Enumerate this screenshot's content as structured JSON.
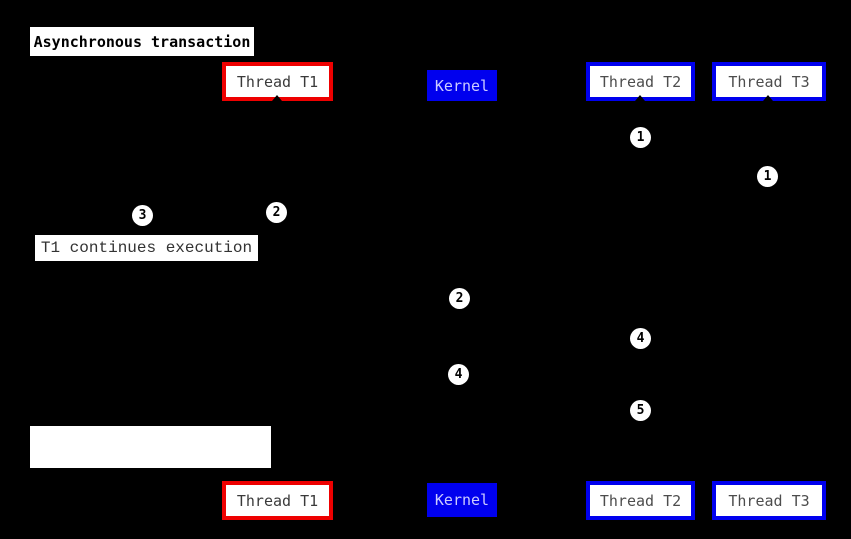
{
  "diagram": {
    "title": "Asynchronous transaction",
    "actors": [
      {
        "label": "Thread T1"
      },
      {
        "label": "Kernel"
      },
      {
        "label": "Thread T2"
      },
      {
        "label": "Thread T3"
      }
    ],
    "notes": [
      {
        "text": "T1 continues execution"
      },
      {
        "text": ""
      }
    ],
    "step_markers": [
      "1",
      "1",
      "2",
      "3",
      "2",
      "4",
      "4",
      "5"
    ],
    "colors": {
      "background": "#000000",
      "box_fill": "#ffffff",
      "thread_t1_border": "#ee0000",
      "thread_t2_t3_border": "#0000ee",
      "kernel_fill": "#0000ee",
      "kernel_text": "#ccccff",
      "label_text": "#3a3a3a",
      "title_text": "#000000",
      "marker_fill": "#ffffff",
      "marker_text": "#000000"
    }
  }
}
